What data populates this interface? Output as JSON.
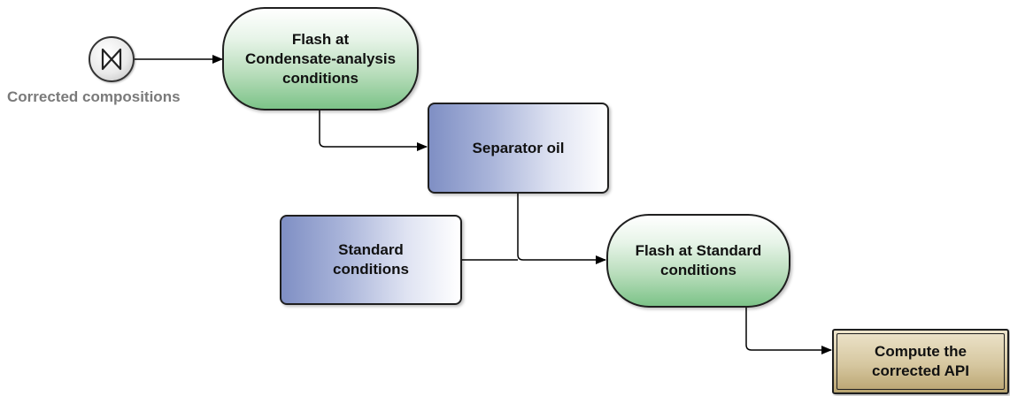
{
  "start_event": {
    "icon": "bowtie-gateway-icon",
    "label": "Corrected compositions"
  },
  "nodes": {
    "flash_condensate": {
      "label": "Flash at\nCondensate-analysis\nconditions",
      "style": "green-rounded"
    },
    "separator_oil": {
      "label": "Separator oil",
      "style": "blue-box"
    },
    "standard_conditions": {
      "label": "Standard\nconditions",
      "style": "blue-box"
    },
    "flash_standard": {
      "label": "Flash at Standard\nconditions",
      "style": "green-rounded"
    },
    "compute_api": {
      "label": "Compute the\ncorrected API",
      "style": "tan-double-border"
    }
  },
  "colors": {
    "green_fill": "#7cc388",
    "blue_fill": "#7f8fc4",
    "tan_fill": "#d6c7a0",
    "outline": "#1f1f1f",
    "start_label": "#7a7a7a"
  }
}
